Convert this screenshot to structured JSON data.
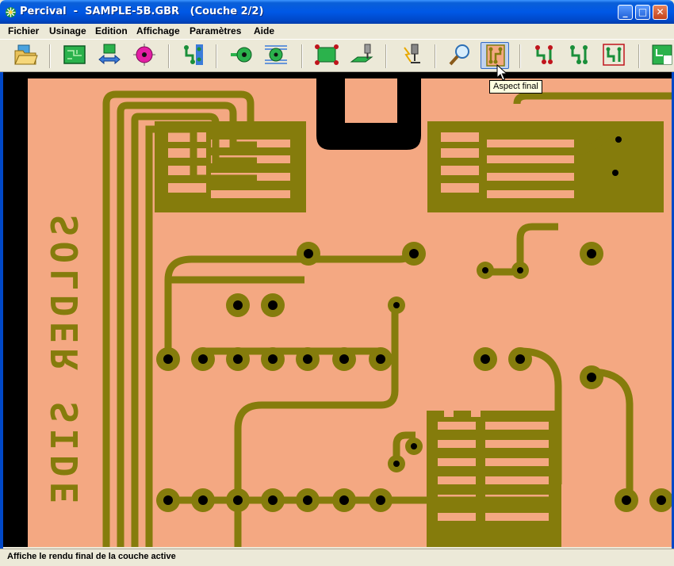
{
  "window": {
    "title": "Percival  -  SAMPLE-5B.GBR   (Couche 2/2)",
    "controls": {
      "minimize": "_",
      "maximize": "□",
      "close": "✕"
    }
  },
  "menu": [
    "Fichier",
    "Usinage",
    "Edition",
    "Affichage",
    "Paramètres",
    "Aide"
  ],
  "toolbar": {
    "buttons": [
      "open-folder-icon",
      "pcb-board-icon",
      "swap-arrows-icon",
      "pad-target-icon",
      "trace-layout-icon",
      "via-icon",
      "isolation-icon",
      "board-select-icon",
      "drill-machine-icon",
      "laser-tool-icon",
      "zoom-icon",
      "final-look-icon",
      "trace-view-1-icon",
      "trace-view-2-icon",
      "trace-view-3-icon",
      "board-layer-icon"
    ],
    "active_button": "final-look-icon"
  },
  "tooltip": "Aspect final",
  "board": {
    "silkscreen_text": "SOLDER SIDE",
    "colors": {
      "background": "#000000",
      "substrate": "#f4a882",
      "copper": "#857c0c"
    }
  },
  "statusbar": {
    "text": "Affiche le rendu final de la couche active"
  },
  "accent": "#0058e6"
}
